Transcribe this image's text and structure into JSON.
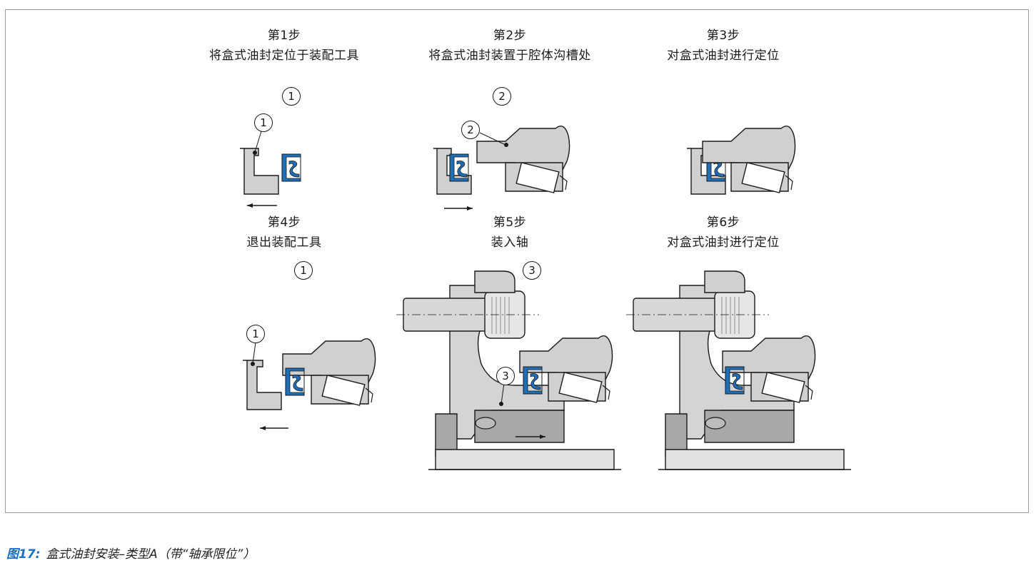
{
  "steps": [
    {
      "step": "第1步",
      "desc": "将盒式油封定位于装配工具",
      "marker": "1",
      "callout": "1"
    },
    {
      "step": "第2步",
      "desc": "将盒式油封装置于腔体沟槽处",
      "marker": "2",
      "callout": "2"
    },
    {
      "step": "第3步",
      "desc": "对盒式油封进行定位"
    },
    {
      "step": "第4步",
      "desc": "退出装配工具",
      "marker": "1",
      "callout": "1"
    },
    {
      "step": "第5步",
      "desc": "装入轴",
      "marker": "3",
      "callout": "3"
    },
    {
      "step": "第6步",
      "desc": "对盒式油封进行定位"
    }
  ],
  "caption": {
    "figure_no": "图17:",
    "text": "盒式油封安装–类型A（带“轴承限位”）"
  },
  "colors": {
    "part_fill": "#d0d0d0",
    "outline": "#1a1a1a",
    "seal_blue": "#1f6fb8",
    "caption_blue": "#1b6fc2",
    "frame": "#9a9a9a"
  }
}
